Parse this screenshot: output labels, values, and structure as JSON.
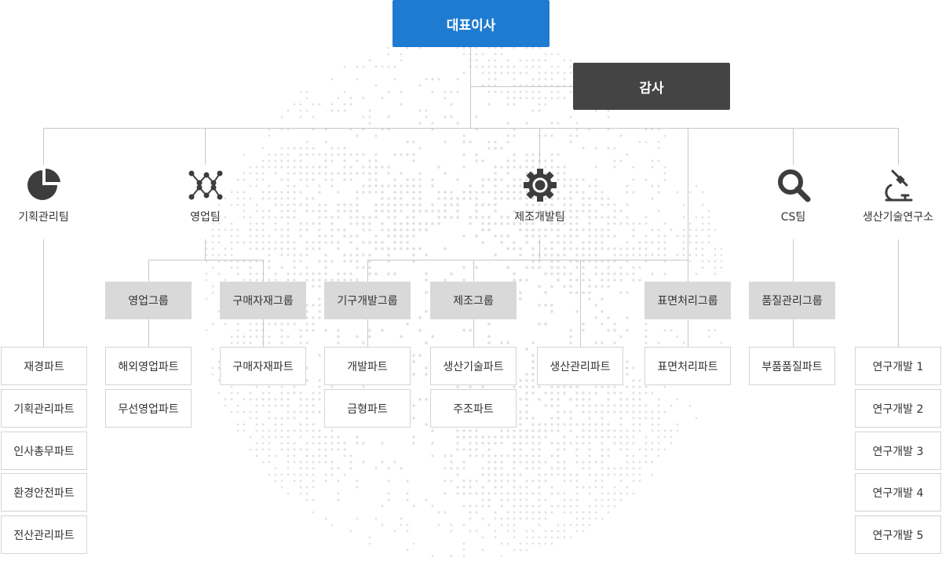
{
  "top": {
    "ceo": "대표이사",
    "audit": "감사"
  },
  "teams": {
    "planning": {
      "name": "기획관리팀",
      "icon": "pie-chart-icon"
    },
    "sales": {
      "name": "영업팀",
      "icon": "line-graph-icon"
    },
    "manufacturing": {
      "name": "제조개발팀",
      "icon": "gear-icon"
    },
    "cs": {
      "name": "CS팀",
      "icon": "magnifier-icon"
    },
    "research": {
      "name": "생산기술연구소",
      "icon": "microscope-icon"
    }
  },
  "groups": {
    "sales_group": "영업그룹",
    "purchasing_group": "구매자재그룹",
    "device_dev_group": "기구개발그룹",
    "manufacturing_group": "제조그룹",
    "surface_group": "표면처리그룹",
    "quality_group": "품질관리그룹"
  },
  "parts": {
    "planning": [
      "재경파트",
      "기획관리파트",
      "인사총무파트",
      "환경안전파트",
      "전산관리파트"
    ],
    "sales": [
      "해외영업파트",
      "무선영업파트"
    ],
    "purchasing": [
      "구매자재파트"
    ],
    "device_dev": [
      "개발파트",
      "금형파트"
    ],
    "manufacturing": [
      "생산기술파트",
      "주조파트"
    ],
    "production_mgmt": [
      "생산관리파트"
    ],
    "surface": [
      "표면처리파트"
    ],
    "quality": [
      "부품품질파트"
    ],
    "research": [
      "연구개발 1",
      "연구개발 2",
      "연구개발 3",
      "연구개발 4",
      "연구개발 5"
    ]
  },
  "colors": {
    "ceo": "#1e7bcf",
    "audit": "#444444",
    "group": "#d9d9d9",
    "line": "#c8c8c8",
    "icon": "#3d3d3d"
  }
}
